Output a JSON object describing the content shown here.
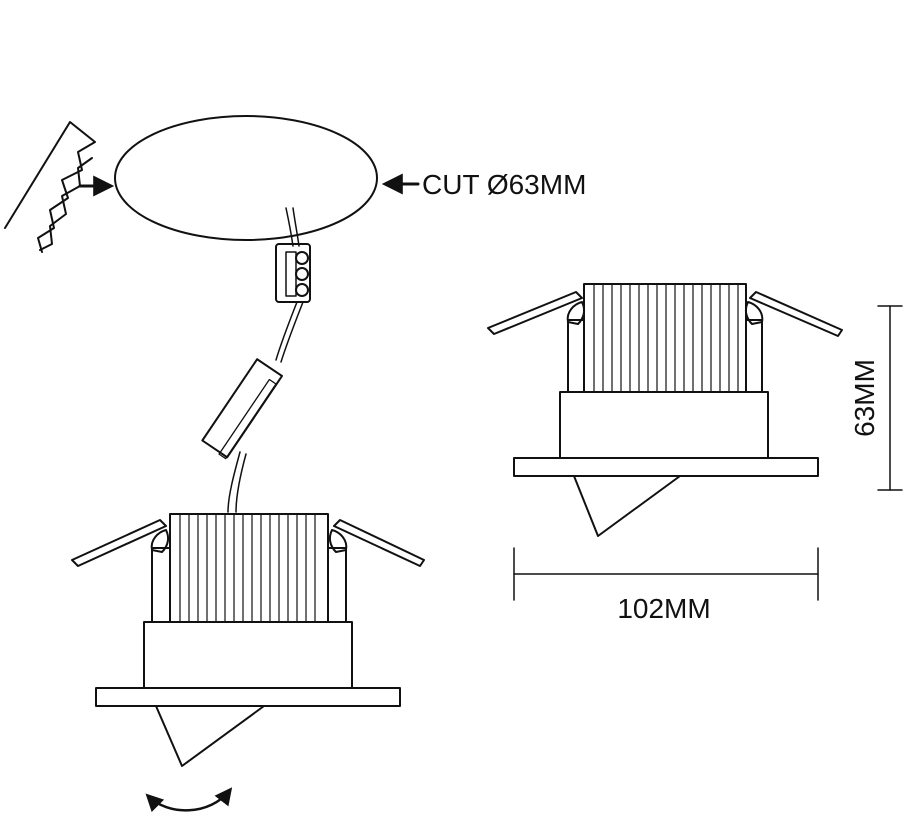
{
  "labels": {
    "cut": "CUT Ø63MM",
    "height": "63MM",
    "width": "102MM"
  },
  "colors": {
    "line": "#111111",
    "background": "#ffffff"
  },
  "icons": [
    "ceiling-edge-icon",
    "arrow-right-icon",
    "arrow-left-icon",
    "rotate-arrow-icon"
  ]
}
